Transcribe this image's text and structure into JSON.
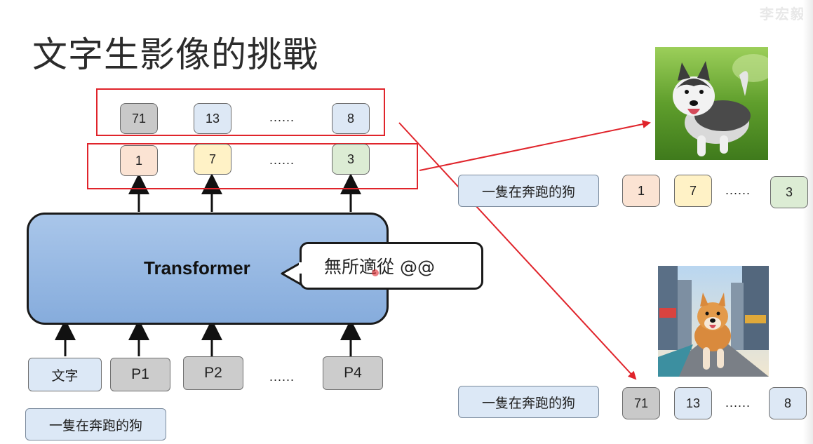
{
  "slide": {
    "title": "文字生影像的挑戰",
    "watermark": "李宏毅"
  },
  "left": {
    "top_tokens": [
      "71",
      "13",
      "......",
      "8"
    ],
    "mid_tokens": [
      "1",
      "7",
      "......",
      "3"
    ],
    "transformer_label": "Transformer",
    "bubble_text": "無所適從 @@",
    "inputs": [
      "文字",
      "P1",
      "P2",
      "......",
      "P4"
    ],
    "caption": "一隻在奔跑的狗"
  },
  "right": {
    "example1": {
      "image": "husky-running-on-grass-photo",
      "caption": "一隻在奔跑的狗",
      "tokens": [
        "1",
        "7",
        "......",
        "3"
      ]
    },
    "example2": {
      "image": "shiba-running-on-city-street-photo",
      "caption": "一隻在奔跑的狗",
      "tokens": [
        "71",
        "13",
        "......",
        "8"
      ]
    }
  },
  "colors": {
    "red_highlight": "#e0242b",
    "transformer_fill": "#9dbde6",
    "token_gray": "#c9c9c9",
    "token_blue": "#dde8f5",
    "token_peach": "#fbe3d3",
    "token_yellow": "#fff2c6",
    "token_green": "#dcecd4"
  }
}
